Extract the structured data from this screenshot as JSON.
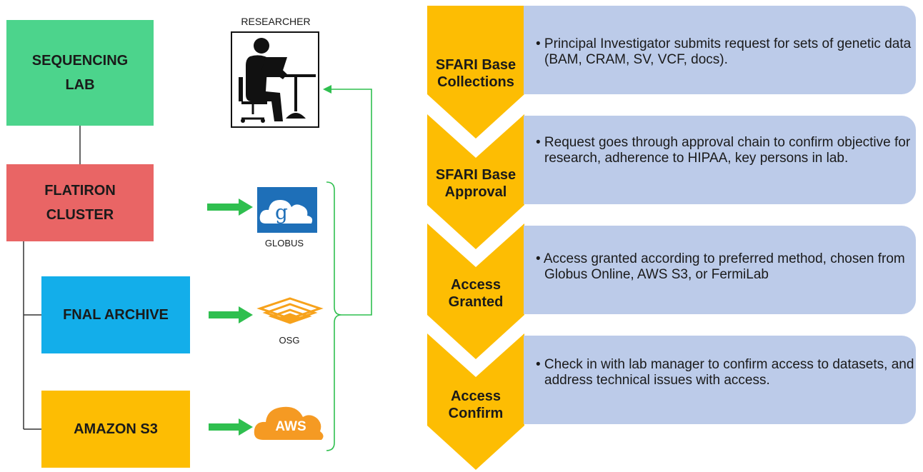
{
  "left": {
    "sequencing_lab": "SEQUENCING\nLAB",
    "flatiron_cluster": "FLATIRON\nCLUSTER",
    "fnal_archive": "FNAL ARCHIVE",
    "amazon_s3": "AMAZON S3"
  },
  "services": {
    "researcher": "RESEARCHER",
    "globus": "GLOBUS",
    "osg": "OSG",
    "aws": "AWS"
  },
  "steps": [
    {
      "label": "SFARI Base\nCollections",
      "text": "• Principal Investigator submits request for sets of genetic data (BAM, CRAM, SV, VCF, docs)."
    },
    {
      "label": "SFARI Base\nApproval",
      "text": "• Request goes through approval chain to confirm objective for research, adherence to HIPAA, key persons in lab."
    },
    {
      "label": "Access\nGranted",
      "text": "• Access granted according to preferred method, chosen from Globus Online, AWS S3, or FermiLab"
    },
    {
      "label": "Access\nConfirm",
      "text": "• Check in with lab manager to confirm access to datasets, and address technical issues with access."
    }
  ],
  "colors": {
    "sequencing": "#4cd48c",
    "flatiron": "#e96565",
    "fnal": "#13aeea",
    "s3": "#fdbd03",
    "chevron": "#fdbd03",
    "panel": "#bccbe9",
    "arrow": "#2fbf4f",
    "globus_blue": "#1e6fb8",
    "osg_orange": "#f7a21b",
    "aws_orange": "#f59a23"
  }
}
